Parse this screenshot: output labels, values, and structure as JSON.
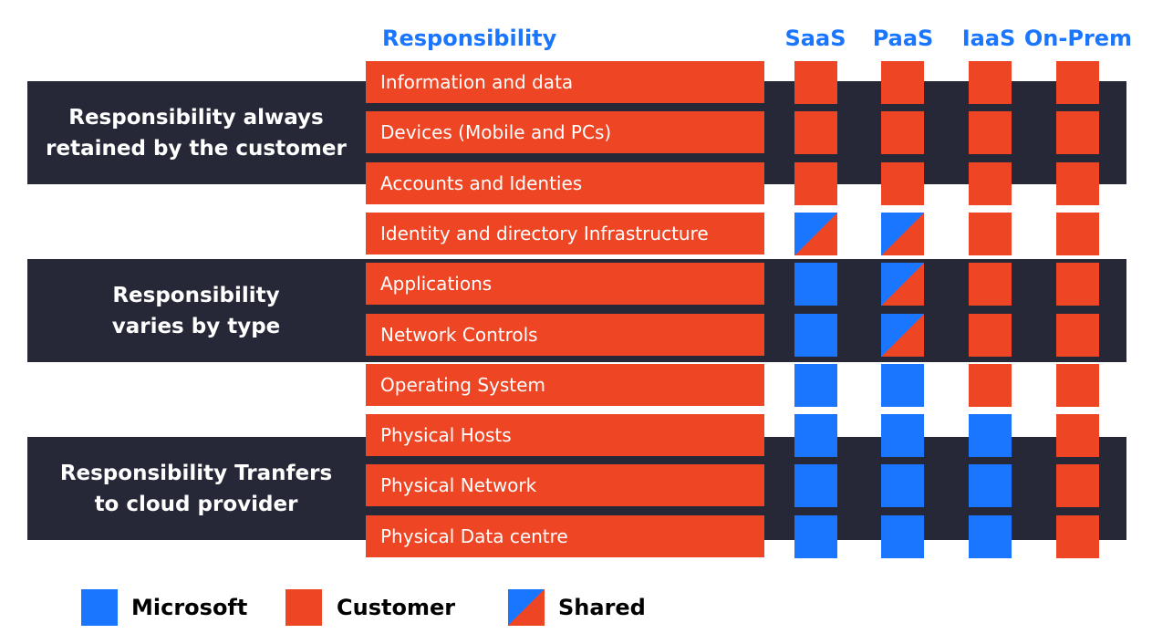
{
  "header": {
    "responsibility_label": "Responsibility"
  },
  "models": [
    "SaaS",
    "PaaS",
    "IaaS",
    "On-Prem"
  ],
  "groups": [
    {
      "label": "Responsibility always\nretained by the customer"
    },
    {
      "label": "Responsibility\nvaries by type"
    },
    {
      "label": "Responsibility Tranfers\nto cloud provider"
    }
  ],
  "rows": [
    {
      "label": "Information and data",
      "cells": [
        "customer",
        "customer",
        "customer",
        "customer"
      ]
    },
    {
      "label": "Devices (Mobile and PCs)",
      "cells": [
        "customer",
        "customer",
        "customer",
        "customer"
      ]
    },
    {
      "label": "Accounts and Identies",
      "cells": [
        "customer",
        "customer",
        "customer",
        "customer"
      ]
    },
    {
      "label": "Identity and directory Infrastructure",
      "cells": [
        "shared",
        "shared",
        "customer",
        "customer"
      ]
    },
    {
      "label": "Applications",
      "cells": [
        "microsoft",
        "shared",
        "customer",
        "customer"
      ]
    },
    {
      "label": "Network Controls",
      "cells": [
        "microsoft",
        "shared",
        "customer",
        "customer"
      ]
    },
    {
      "label": "Operating System",
      "cells": [
        "microsoft",
        "microsoft",
        "customer",
        "customer"
      ]
    },
    {
      "label": "Physical Hosts",
      "cells": [
        "microsoft",
        "microsoft",
        "microsoft",
        "customer"
      ]
    },
    {
      "label": "Physical Network",
      "cells": [
        "microsoft",
        "microsoft",
        "microsoft",
        "customer"
      ]
    },
    {
      "label": "Physical Data centre",
      "cells": [
        "microsoft",
        "microsoft",
        "microsoft",
        "customer"
      ]
    }
  ],
  "legend": [
    {
      "key": "microsoft",
      "label": "Microsoft"
    },
    {
      "key": "customer",
      "label": "Customer"
    },
    {
      "key": "shared",
      "label": "Shared"
    }
  ],
  "colors": {
    "microsoft": "#1a75ff",
    "customer": "#ee4524",
    "band": "#262838",
    "header": "#1a75ff"
  }
}
